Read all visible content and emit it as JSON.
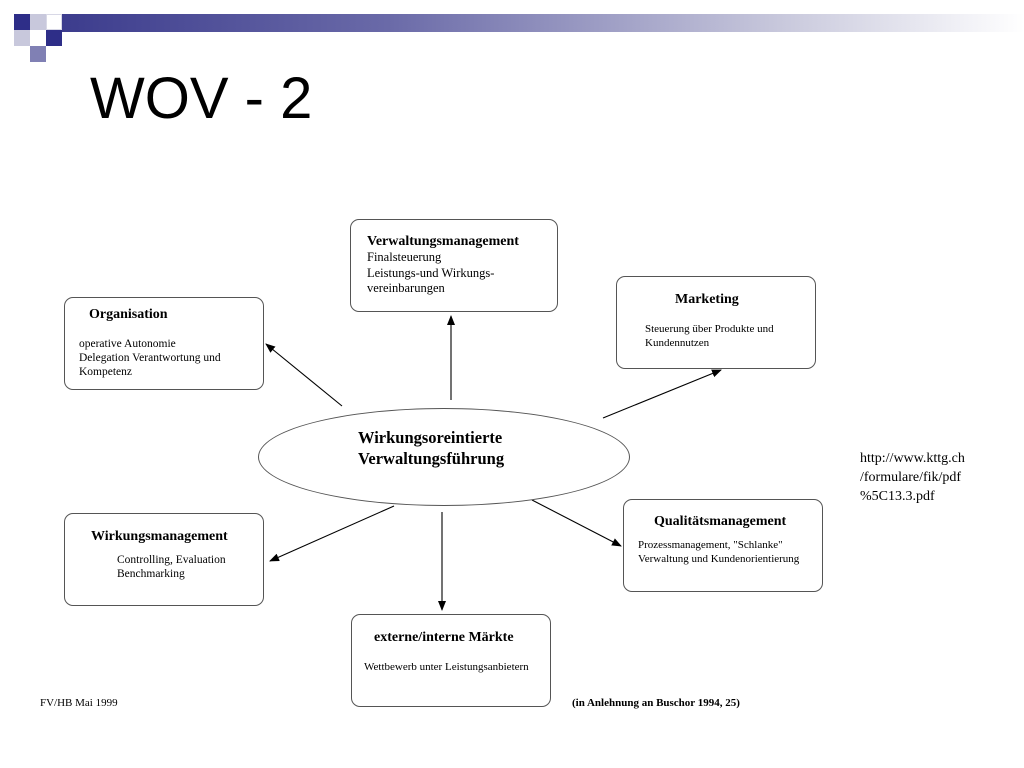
{
  "slide": {
    "title": "WOV - 2",
    "source_url_lines": [
      "http://www.kttg.ch",
      "/formulare/fik/pdf",
      "%5C13.3.pdf"
    ],
    "footer_left": "FV/HB Mai 1999",
    "footer_right": "(in Anlehnung an Buschor 1994, 25)"
  },
  "diagram": {
    "center": {
      "line1": "Wirkungsoreintierte",
      "line2": "Verwaltungsführung"
    },
    "nodes": {
      "verwaltungsmanagement": {
        "title": "Verwaltungsmanagement",
        "lines": [
          "Finalsteuerung",
          "Leistungs-und Wirkungs-",
          "vereinbarungen"
        ]
      },
      "organisation": {
        "title": "Organisation",
        "lines": [
          "operative Autonomie",
          "Delegation Verantwortung und",
          "Kompetenz"
        ]
      },
      "marketing": {
        "title": "Marketing",
        "lines": [
          "Steuerung über Produkte und",
          "Kundennutzen"
        ]
      },
      "wirkungsmanagement": {
        "title": "Wirkungsmanagement",
        "lines": [
          "Controlling, Evaluation",
          "Benchmarking"
        ]
      },
      "qualitaetsmanagement": {
        "title": "Qualitätsmanagement",
        "lines": [
          "Prozessmanagement, \"Schlanke\"",
          "Verwaltung und Kundenorientierung"
        ]
      },
      "maerkte": {
        "title": "externe/interne Märkte",
        "lines": [
          "Wettbewerb unter Leistungsanbietern"
        ]
      }
    }
  }
}
